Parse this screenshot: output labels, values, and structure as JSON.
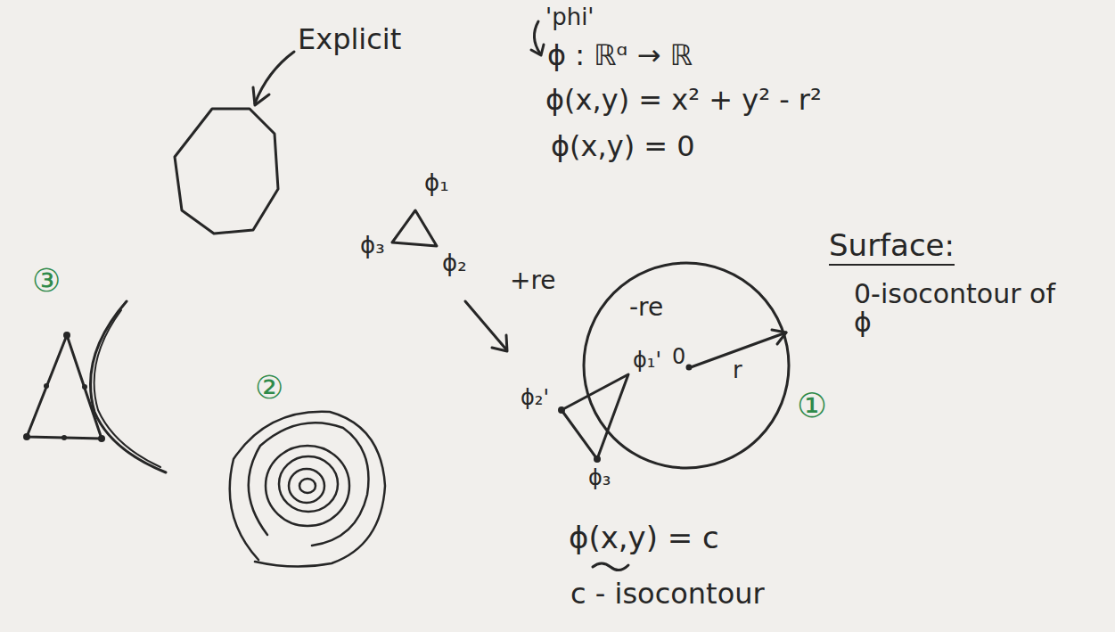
{
  "diagram": {
    "labels": [
      "Explicit",
      "'phi'",
      "ϕ : ℝᵅ → ℝ",
      "ϕ(x,y) = x² + y² - r²",
      "ϕ(x,y) = 0",
      "ϕ₁",
      "ϕ₃",
      "ϕ₂",
      "+re",
      "-re",
      "0",
      "r",
      "①",
      "Surface:",
      "0-isocontour of ϕ",
      "③",
      "②",
      "ϕ₂'",
      "ϕ₁'",
      "ϕ₃",
      "ϕ(x,y) = c",
      "c - isocontour"
    ]
  }
}
